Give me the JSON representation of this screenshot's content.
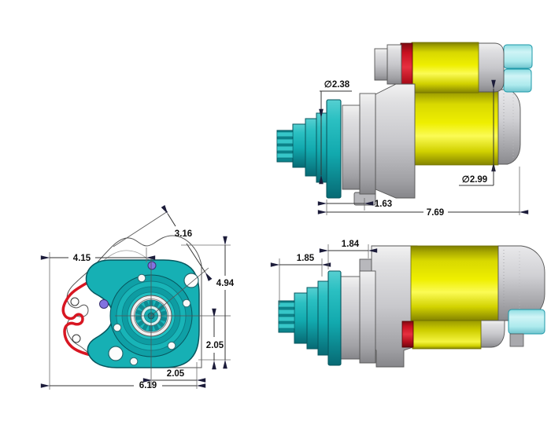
{
  "drawing": {
    "type": "cad-dimensioned-drawing",
    "part": "starter-motor",
    "views": {
      "front": {
        "dims": {
          "diagonal": "3.16",
          "width_upper": "4.15",
          "height_overall": "4.94",
          "center_to_bottom": "2.05",
          "center_to_right": "2.05",
          "width_overall": "6.19"
        }
      },
      "side_top": {
        "dims": {
          "pilot_diameter": "∅2.38",
          "body_diameter": "∅2.99",
          "flange_to_housing": "1.63",
          "overall_length": "7.69"
        }
      },
      "side_bottom": {
        "dims": {
          "nose_length": "1.85",
          "flange_to_mount": "1.84"
        }
      }
    },
    "colors": {
      "teal": "#16B0B4",
      "yellow": "#E8E800",
      "red": "#D81622",
      "terminal_cyan": "#B5ECEE",
      "bolt_purple": "#8272E0",
      "gasket_red": "#D81622",
      "arrow": "#1C1C3A"
    }
  }
}
